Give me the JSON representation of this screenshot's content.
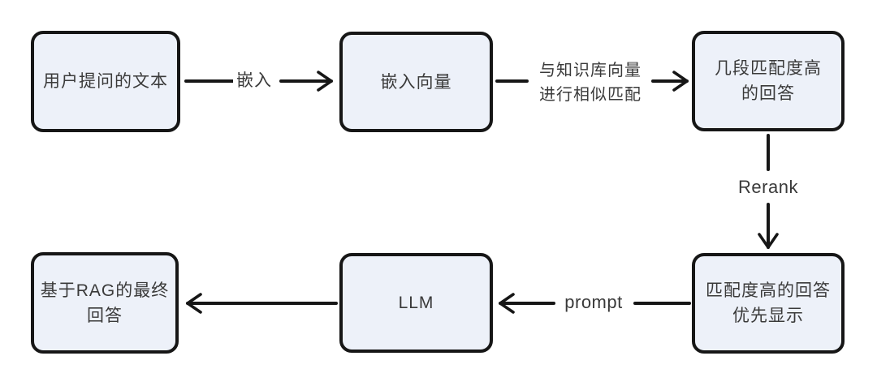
{
  "diagram": {
    "title": "RAG flow",
    "colors": {
      "background": "#ffffff",
      "node_fill": "#edf1f9",
      "node_border": "#161616",
      "text": "#3a3a3a",
      "arrow": "#161616"
    },
    "nodes": {
      "user_question": {
        "label": "用户提问的文本"
      },
      "embedding_vector": {
        "label": "嵌入向量"
      },
      "top_matches": {
        "label": "几段匹配度高\n的回答"
      },
      "reranked_answers": {
        "label": "匹配度高的回答\n优先显示"
      },
      "llm": {
        "label": "LLM"
      },
      "final_answer": {
        "label": "基于RAG的最终\n回答"
      }
    },
    "edge_labels": {
      "embed": "嵌入",
      "similarity": "与知识库向量\n进行相似匹配",
      "rerank": "Rerank",
      "prompt": "prompt"
    }
  }
}
